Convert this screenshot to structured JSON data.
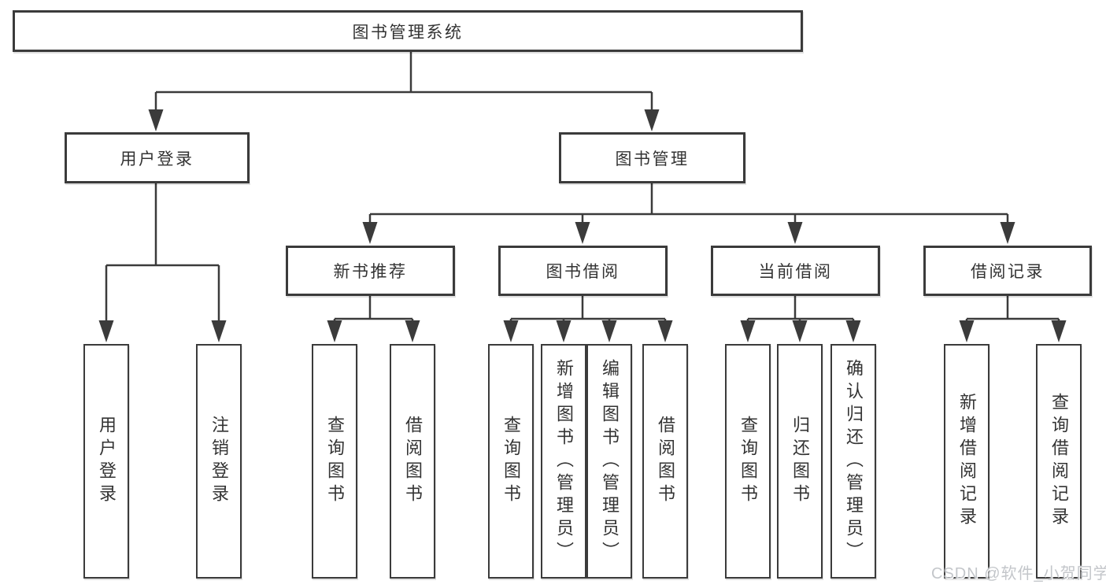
{
  "tree": {
    "root": {
      "label": "图书管理系统"
    },
    "branches": [
      {
        "label": "用户登录",
        "leaves": [
          {
            "label": "用户登录"
          },
          {
            "label": "注销登录"
          }
        ]
      },
      {
        "label": "图书管理",
        "groups": [
          {
            "label": "新书推荐",
            "leaves": [
              {
                "label": "查询图书"
              },
              {
                "label": "借阅图书"
              }
            ]
          },
          {
            "label": "图书借阅",
            "leaves": [
              {
                "label": "查询图书"
              },
              {
                "label": "新增图书（管理员）"
              },
              {
                "label": "编辑图书（管理员）"
              },
              {
                "label": "借阅图书"
              }
            ]
          },
          {
            "label": "当前借阅",
            "leaves": [
              {
                "label": "查询图书"
              },
              {
                "label": "归还图书"
              },
              {
                "label": "确认归还（管理员）"
              }
            ]
          },
          {
            "label": "借阅记录",
            "leaves": [
              {
                "label": "新增借阅记录"
              },
              {
                "label": "查询借阅记录"
              }
            ]
          }
        ]
      }
    ]
  },
  "watermark": {
    "text": "CSDN @软件_小贺同学"
  },
  "colors": {
    "line": "#3b3b3b",
    "box_border": "#3b3b3b",
    "text": "#333333",
    "watermark": "#c3c6ca",
    "background": "#ffffff"
  }
}
